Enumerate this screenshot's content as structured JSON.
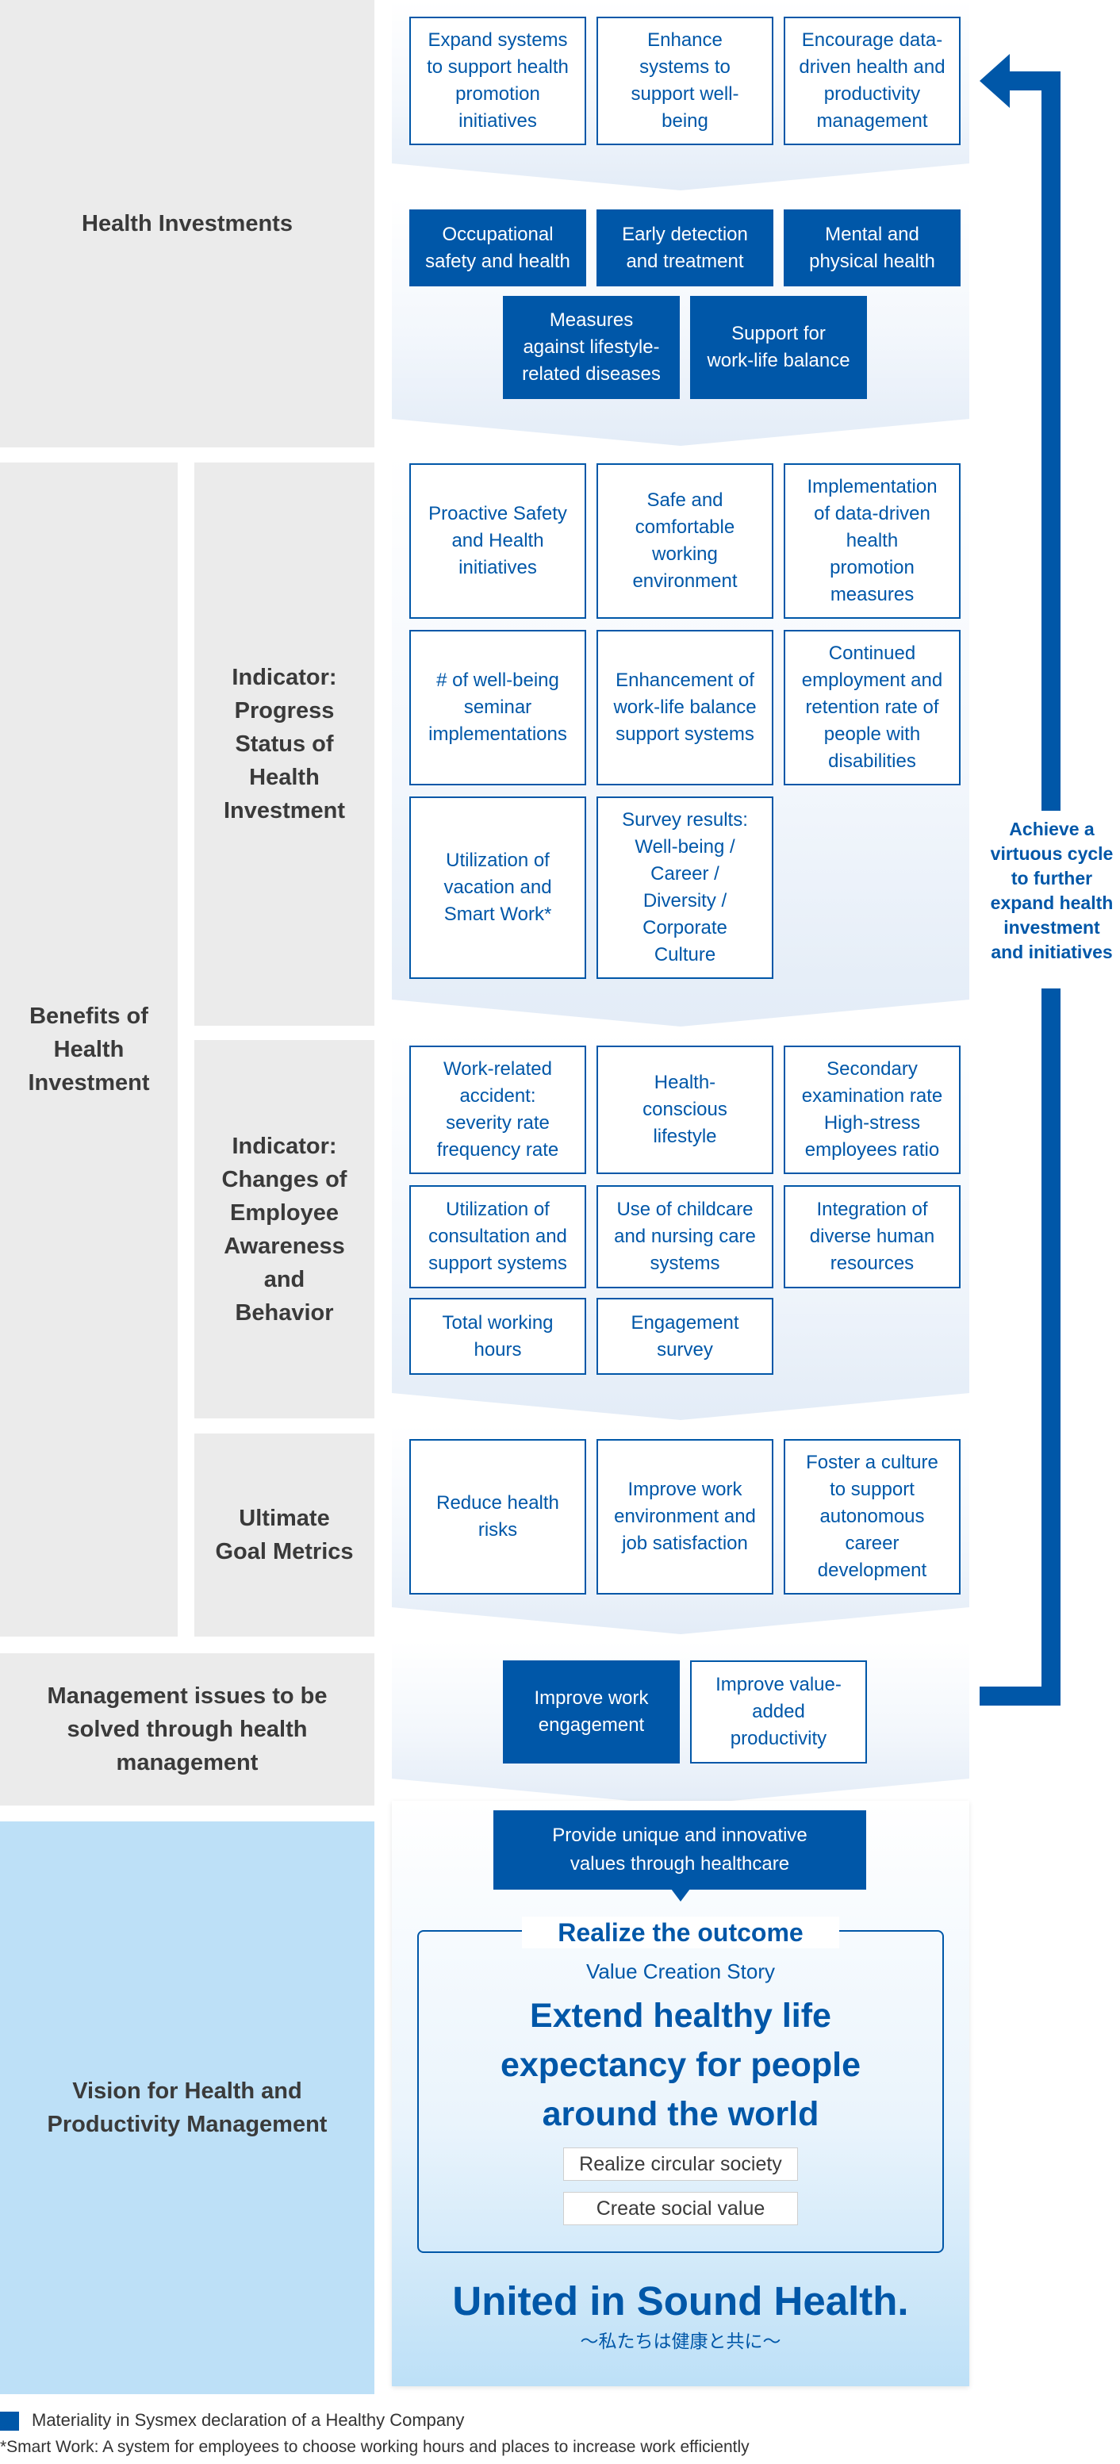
{
  "labels": {
    "health_investments": "Health Investments",
    "benefits": [
      "Benefits of",
      "Health",
      "Investment"
    ],
    "indicator_progress": [
      "Indicator:",
      "Progress",
      "Status of",
      "Health",
      "Investment"
    ],
    "indicator_changes": [
      "Indicator:",
      "Changes of",
      "Employee",
      "Awareness",
      "and",
      "Behavior"
    ],
    "ultimate": [
      "Ultimate",
      "Goal Metrics"
    ],
    "management": [
      "Management issues to be",
      "solved through health",
      "management"
    ],
    "vision": [
      "Vision for Health and",
      "Productivity Management"
    ]
  },
  "stage1": {
    "boxes": [
      [
        "Expand systems",
        "to support health",
        "promotion",
        "initiatives"
      ],
      [
        "Enhance",
        "systems to",
        "support well-",
        "being"
      ],
      [
        "Encourage data-",
        "driven health and",
        "productivity",
        "management"
      ]
    ]
  },
  "stage2": {
    "boxes": [
      [
        "Occupational",
        "safety and health"
      ],
      [
        "Early detection",
        "and treatment"
      ],
      [
        "Mental and",
        "physical health"
      ],
      [
        "Measures",
        "against lifestyle-",
        "related diseases"
      ],
      [
        "Support for",
        "work-life balance"
      ]
    ]
  },
  "stage3": {
    "boxes": [
      [
        "Proactive Safety",
        "and Health",
        "initiatives"
      ],
      [
        "Safe and",
        "comfortable",
        "working",
        "environment"
      ],
      [
        "Implementation",
        "of data-driven",
        "health",
        "promotion",
        "measures"
      ],
      [
        "# of well-being",
        "seminar",
        "implementations"
      ],
      [
        "Enhancement of",
        "work-life balance",
        "support systems"
      ],
      [
        "Continued",
        "employment and",
        "retention rate of",
        "people with",
        "disabilities"
      ],
      [
        "Utilization of",
        "vacation and",
        "Smart Work*"
      ],
      [
        "Survey results:",
        "Well-being /",
        "Career /",
        "Diversity /",
        "Corporate",
        "Culture"
      ]
    ]
  },
  "stage4": {
    "boxes": [
      [
        "Work-related",
        "accident:",
        "severity rate",
        "frequency rate"
      ],
      [
        "Health-",
        "conscious",
        "lifestyle"
      ],
      [
        "Secondary",
        "examination rate",
        "High-stress",
        "employees ratio"
      ],
      [
        "Utilization of",
        "consultation and",
        "support systems"
      ],
      [
        "Use of childcare",
        "and nursing care",
        "systems"
      ],
      [
        "Integration of",
        "diverse human",
        "resources"
      ],
      [
        "Total working",
        "hours"
      ],
      [
        "Engagement",
        "survey"
      ]
    ]
  },
  "stage5": {
    "boxes": [
      [
        "Reduce health",
        "risks"
      ],
      [
        "Improve work",
        "environment and",
        "job satisfaction"
      ],
      [
        "Foster a culture",
        "to support",
        "autonomous",
        "career",
        "development"
      ]
    ]
  },
  "stage6": {
    "boxes": [
      [
        "Improve work",
        "engagement"
      ],
      [
        "Improve value-",
        "added",
        "productivity"
      ]
    ]
  },
  "cycle_text": [
    "Achieve a",
    "virtuous cycle",
    "to further",
    "expand health",
    "investment",
    "and initiatives"
  ],
  "vision": {
    "provide": [
      "Provide unique and innovative",
      "values through healthcare"
    ],
    "realize": "Realize the outcome",
    "story": "Value Creation Story",
    "headline": [
      "Extend healthy life",
      "expectancy for people",
      "around the world"
    ],
    "pills": [
      "Realize circular society",
      "Create social value"
    ],
    "slogan": "United in Sound Health.",
    "slogan_jp": "〜私たちは健康と共に〜"
  },
  "legend": {
    "materiality": "Materiality in Sysmex declaration of a Healthy  Company",
    "footnote": "*Smart Work: A system for employees to choose working hours and places to increase work efficiently"
  },
  "colors": {
    "brand_blue": "#0057a8",
    "light_blue": "#bde0f7",
    "gray": "#ebebeb"
  }
}
